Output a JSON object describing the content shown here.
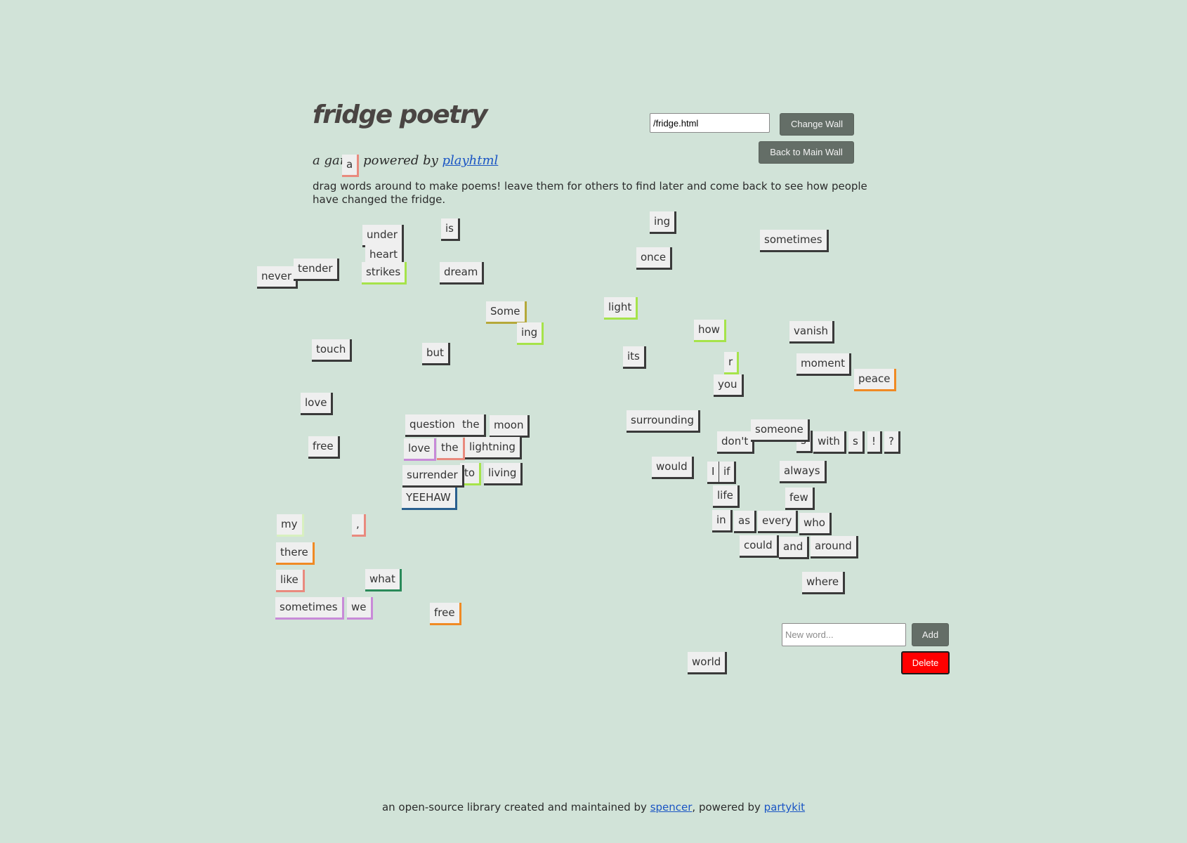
{
  "header": {
    "title": "fridge poetry",
    "subtitle_prefix": "a game powered by ",
    "subtitle_link": "playhtml",
    "description": "drag words around to make poems! leave them for others to find later and come back to see how people have changed the fridge."
  },
  "wall_controls": {
    "wall_value": "/fridge.html",
    "change_label": "Change Wall",
    "back_label": "Back to Main Wall"
  },
  "word_controls": {
    "placeholder": "New word...",
    "add_label": "Add",
    "delete_label": "Delete"
  },
  "footer": {
    "prefix": "an open-source library created and maintained by ",
    "link1": "spencer",
    "middle": ", powered by ",
    "link2": "partykit"
  },
  "colors": {
    "background": "#d1e3d8",
    "tile": "#efefef",
    "default_shadow": "#3a3a3a",
    "link": "#1a55c4",
    "delete": "#ff0000"
  },
  "magnets": [
    {
      "text": "a",
      "color": "#e98a7e"
    },
    {
      "text": "is",
      "color": "#3a3a3a"
    },
    {
      "text": "under",
      "color": "#3a3a3a"
    },
    {
      "text": "heart",
      "color": "#3a3a3a"
    },
    {
      "text": "strikes",
      "color": "#a6e34a"
    },
    {
      "text": "dream",
      "color": "#3a3a3a"
    },
    {
      "text": "never",
      "color": "#3a3a3a"
    },
    {
      "text": "tender",
      "color": "#3a3a3a"
    },
    {
      "text": "ing",
      "color": "#3a3a3a"
    },
    {
      "text": "once",
      "color": "#3a3a3a"
    },
    {
      "text": "sometimes",
      "color": "#3a3a3a"
    },
    {
      "text": "Some",
      "color": "#b5a83a"
    },
    {
      "text": "ing",
      "color": "#a6e34a"
    },
    {
      "text": "light",
      "color": "#a6e34a"
    },
    {
      "text": "how",
      "color": "#a6e34a"
    },
    {
      "text": "vanish",
      "color": "#3a3a3a"
    },
    {
      "text": "touch",
      "color": "#3a3a3a"
    },
    {
      "text": "but",
      "color": "#3a3a3a"
    },
    {
      "text": "its",
      "color": "#3a3a3a"
    },
    {
      "text": "r",
      "color": "#a6e34a"
    },
    {
      "text": "moment",
      "color": "#3a3a3a"
    },
    {
      "text": "peace",
      "color": "#f08a24"
    },
    {
      "text": "you",
      "color": "#3a3a3a"
    },
    {
      "text": "love",
      "color": "#3a3a3a"
    },
    {
      "text": "question",
      "color": "#3a3a3a"
    },
    {
      "text": "the",
      "color": "#3a3a3a"
    },
    {
      "text": "moon",
      "color": "#3a3a3a"
    },
    {
      "text": "surrounding",
      "color": "#3a3a3a"
    },
    {
      "text": "s",
      "color": "#3a3a3a"
    },
    {
      "text": "don't",
      "color": "#3a3a3a"
    },
    {
      "text": "someone",
      "color": "#3a3a3a"
    },
    {
      "text": "with",
      "color": "#3a3a3a"
    },
    {
      "text": "s",
      "color": "#3a3a3a"
    },
    {
      "text": "!",
      "color": "#3a3a3a"
    },
    {
      "text": "?",
      "color": "#3a3a3a"
    },
    {
      "text": "free",
      "color": "#3a3a3a"
    },
    {
      "text": "love",
      "color": "#c88ad8"
    },
    {
      "text": "the",
      "color": "#e98a7e"
    },
    {
      "text": "lightning",
      "color": "#3a3a3a"
    },
    {
      "text": "would",
      "color": "#3a3a3a"
    },
    {
      "text": "I",
      "color": "#3a3a3a"
    },
    {
      "text": "if",
      "color": "#3a3a3a"
    },
    {
      "text": "always",
      "color": "#3a3a3a"
    },
    {
      "text": "to",
      "color": "#a6e34a"
    },
    {
      "text": "surrender",
      "color": "#3a3a3a"
    },
    {
      "text": "living",
      "color": "#3a3a3a"
    },
    {
      "text": "YEEHAW",
      "color": "#2a5f8f"
    },
    {
      "text": "life",
      "color": "#3a3a3a"
    },
    {
      "text": "few",
      "color": "#3a3a3a"
    },
    {
      "text": "my",
      "color": "#d8f0c0"
    },
    {
      "text": ",",
      "color": "#e98a7e"
    },
    {
      "text": "in",
      "color": "#3a3a3a"
    },
    {
      "text": "as",
      "color": "#3a3a3a"
    },
    {
      "text": "every",
      "color": "#3a3a3a"
    },
    {
      "text": "who",
      "color": "#3a3a3a"
    },
    {
      "text": "there",
      "color": "#f08a24"
    },
    {
      "text": "could",
      "color": "#3a3a3a"
    },
    {
      "text": "and",
      "color": "#3a3a3a"
    },
    {
      "text": "around",
      "color": "#3a3a3a"
    },
    {
      "text": "like",
      "color": "#e98a7e"
    },
    {
      "text": "what",
      "color": "#2a8a5a"
    },
    {
      "text": "where",
      "color": "#3a3a3a"
    },
    {
      "text": "sometimes",
      "color": "#c88ad8"
    },
    {
      "text": "we",
      "color": "#c88ad8"
    },
    {
      "text": "free",
      "color": "#f08a24"
    },
    {
      "text": "world",
      "color": "#3a3a3a"
    }
  ]
}
